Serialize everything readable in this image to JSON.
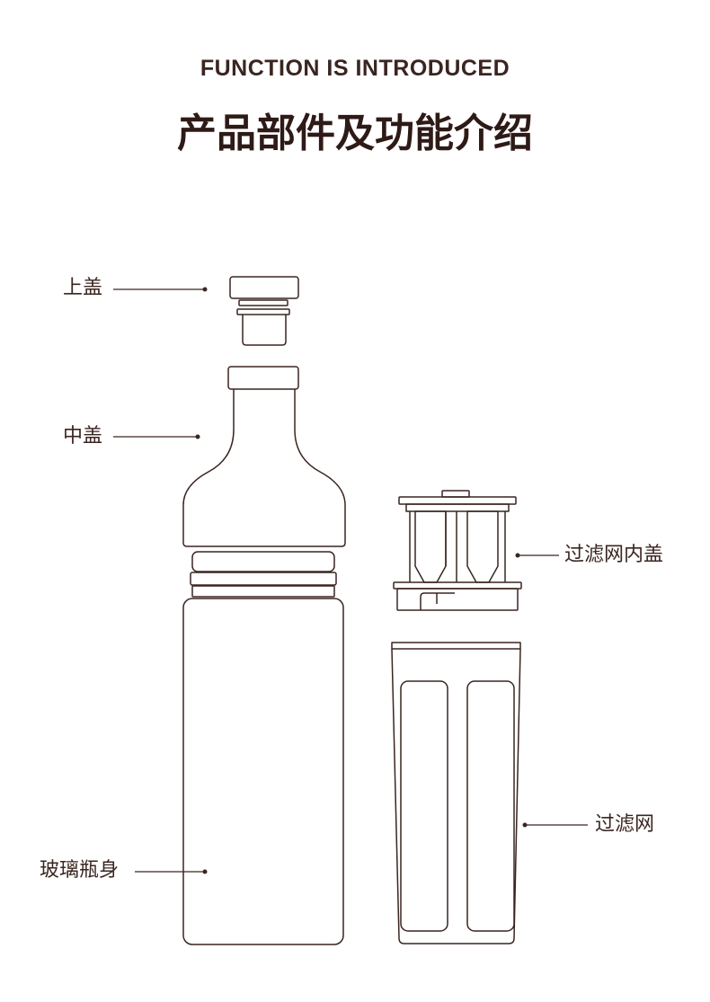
{
  "header": {
    "subtitle": "FUNCTION IS INTRODUCED",
    "title": "产品部件及功能介绍"
  },
  "callouts": {
    "top_cap": "上盖",
    "middle_cap": "中盖",
    "glass_body": "玻璃瓶身",
    "filter_inner_lid": "过滤网内盖",
    "filter_mesh": "过滤网"
  },
  "colors": {
    "line": "#3a2520",
    "text": "#3a2520",
    "background": "#ffffff"
  }
}
